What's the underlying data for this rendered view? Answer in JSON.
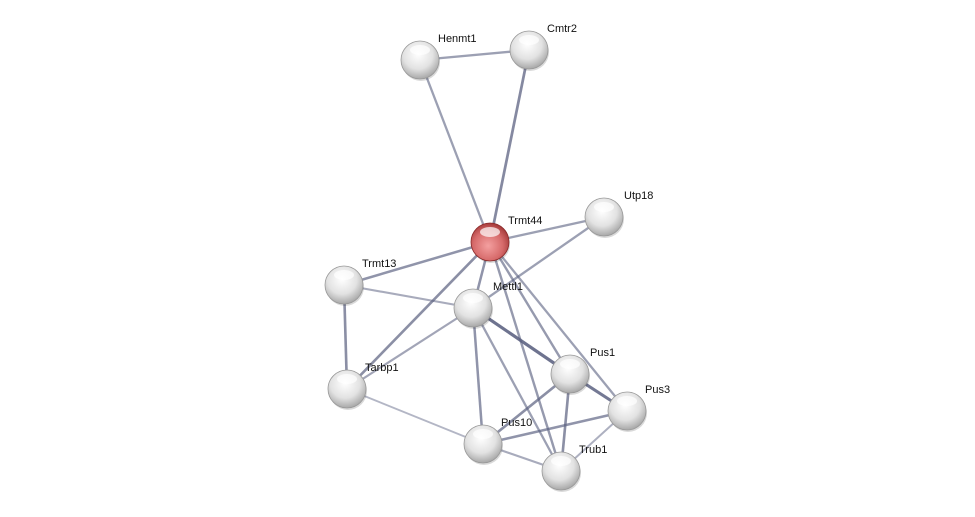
{
  "network": {
    "query_node": "Trmt44",
    "colors": {
      "query": "#d9534f",
      "node": "#e6e6e6",
      "edge": "#5a6080"
    },
    "nodes": [
      "Henmt1",
      "Cmtr2",
      "Utp18",
      "Trmt44",
      "Trmt13",
      "Mettl1",
      "Pus1",
      "Pus3",
      "Tarbp1",
      "Pus10",
      "Trub1"
    ],
    "edges": [
      {
        "a": "Henmt1",
        "b": "Cmtr2",
        "strength": 0.5
      },
      {
        "a": "Henmt1",
        "b": "Trmt44",
        "strength": 0.5
      },
      {
        "a": "Cmtr2",
        "b": "Trmt44",
        "strength": 0.7
      },
      {
        "a": "Trmt44",
        "b": "Utp18",
        "strength": 0.5
      },
      {
        "a": "Mettl1",
        "b": "Utp18",
        "strength": 0.5
      },
      {
        "a": "Trmt44",
        "b": "Trmt13",
        "strength": 0.6
      },
      {
        "a": "Trmt44",
        "b": "Tarbp1",
        "strength": 0.65
      },
      {
        "a": "Trmt44",
        "b": "Mettl1",
        "strength": 0.6
      },
      {
        "a": "Trmt44",
        "b": "Pus1",
        "strength": 0.55
      },
      {
        "a": "Trmt44",
        "b": "Pus3",
        "strength": 0.5
      },
      {
        "a": "Trmt44",
        "b": "Trub1",
        "strength": 0.55
      },
      {
        "a": "Trmt13",
        "b": "Mettl1",
        "strength": 0.4
      },
      {
        "a": "Trmt13",
        "b": "Tarbp1",
        "strength": 0.65
      },
      {
        "a": "Tarbp1",
        "b": "Mettl1",
        "strength": 0.45
      },
      {
        "a": "Tarbp1",
        "b": "Pus10",
        "strength": 0.3
      },
      {
        "a": "Mettl1",
        "b": "Pus1",
        "strength": 0.9
      },
      {
        "a": "Mettl1",
        "b": "Pus10",
        "strength": 0.6
      },
      {
        "a": "Mettl1",
        "b": "Trub1",
        "strength": 0.5
      },
      {
        "a": "Pus1",
        "b": "Pus3",
        "strength": 0.85
      },
      {
        "a": "Pus1",
        "b": "Pus10",
        "strength": 0.65
      },
      {
        "a": "Pus1",
        "b": "Trub1",
        "strength": 0.65
      },
      {
        "a": "Pus3",
        "b": "Pus10",
        "strength": 0.6
      },
      {
        "a": "Pus3",
        "b": "Trub1",
        "strength": 0.35
      },
      {
        "a": "Pus10",
        "b": "Trub1",
        "strength": 0.4
      }
    ]
  }
}
